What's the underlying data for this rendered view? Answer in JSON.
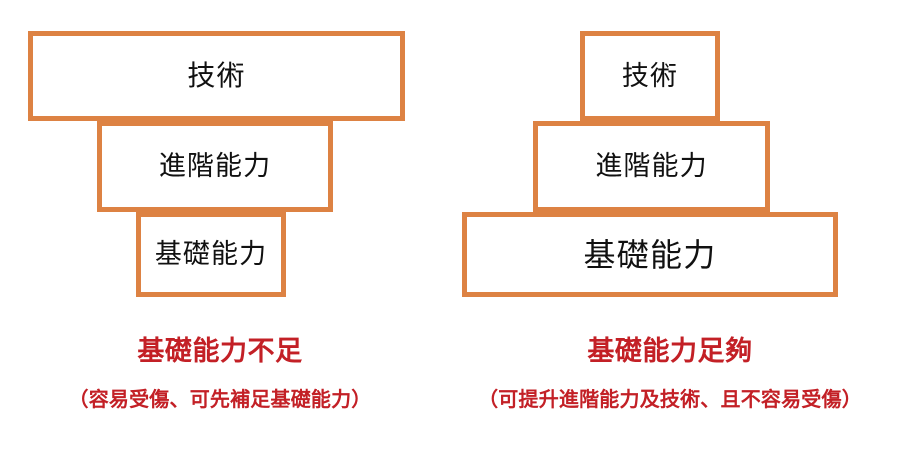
{
  "theme": {
    "background": "#ffffff",
    "box_border_color": "#DD8243",
    "box_fill_color": "#ffffff",
    "box_text_color": "#111111",
    "caption_color": "#C32026"
  },
  "diagrams": [
    {
      "id": "insufficient-base",
      "position": "left",
      "shape": "inverted-pyramid",
      "layers": [
        {
          "key": "top",
          "label": "技術",
          "width_rank": "widest"
        },
        {
          "key": "mid",
          "label": "進階能力",
          "width_rank": "middle"
        },
        {
          "key": "base",
          "label": "基礎能力",
          "width_rank": "narrowest"
        }
      ],
      "caption": {
        "title": "基礎能力不足",
        "subtitle": "（容易受傷、可先補足基礎能力）"
      }
    },
    {
      "id": "sufficient-base",
      "position": "right",
      "shape": "pyramid",
      "layers": [
        {
          "key": "top",
          "label": "技術",
          "width_rank": "narrowest"
        },
        {
          "key": "mid",
          "label": "進階能力",
          "width_rank": "middle"
        },
        {
          "key": "base",
          "label": "基礎能力",
          "width_rank": "widest"
        }
      ],
      "caption": {
        "title": "基礎能力足夠",
        "subtitle": "（可提升進階能力及技術、且不容易受傷）"
      }
    }
  ]
}
